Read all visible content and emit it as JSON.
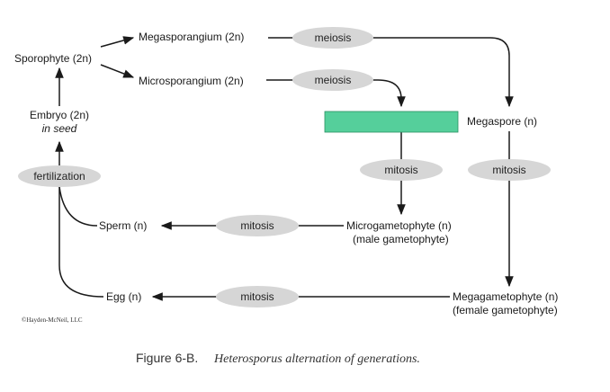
{
  "nodes": {
    "sporophyte": "Sporophyte (2n)",
    "megasporangium": "Megasporangium (2n)",
    "microsporangium": "Microsporangium (2n)",
    "embryo": "Embryo (2n)",
    "embryo_sub": "in seed",
    "megaspore": "Megaspore (n)",
    "sperm": "Sperm (n)",
    "microgametophyte": "Microgametophyte (n)",
    "microgametophyte_sub": "(male gametophyte)",
    "egg": "Egg (n)",
    "megagametophyte": "Megagametophyte (n)",
    "megagametophyte_sub": "(female gametophyte)"
  },
  "processes": {
    "meiosis_top": "meiosis",
    "meiosis_mid": "meiosis",
    "fertilization": "fertilization",
    "mitosis_micro": "mitosis",
    "mitosis_mega": "mitosis",
    "mitosis_sperm": "mitosis",
    "mitosis_egg": "mitosis"
  },
  "colors": {
    "pill": "#d6d6d6",
    "blank_box": "#55cf9b",
    "line": "#1a1a1a"
  },
  "credit": "©Hayden-McNeil, LLC",
  "caption": {
    "number": "Figure 6-B.",
    "title": "Heterosporus alternation of generations."
  }
}
